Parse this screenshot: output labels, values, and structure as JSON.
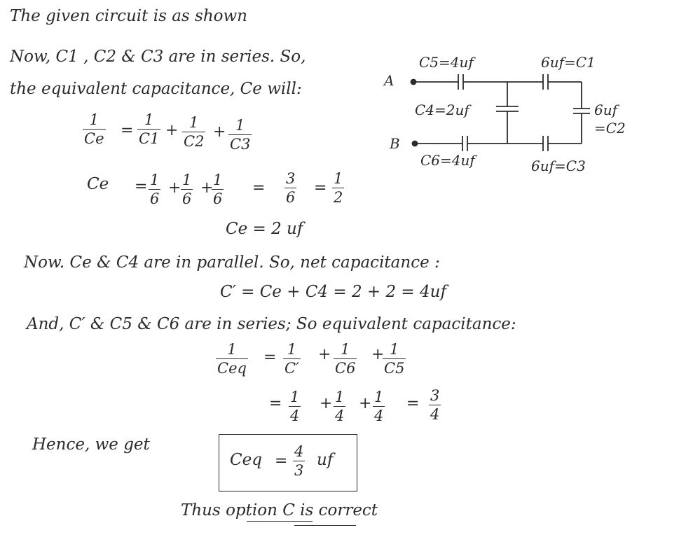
{
  "intro": {
    "line1": "The given circuit is as shown",
    "line2": "Now, C1 , C2 & C3 are in series. So,",
    "line3": "the equivalent capacitance, Ce will:"
  },
  "circuit": {
    "node_a": "A",
    "node_b": "B",
    "c5_label": "C5=4uf",
    "c1_label": "6uf=C1",
    "c4_label": "C4=2uf",
    "c2_label_top": "6uf",
    "c2_label_bottom": "=C2",
    "c6_label": "C6=4uf",
    "c3_label": "6uf=C3"
  },
  "eq1": {
    "lhs_num": "1",
    "lhs_den": "Ce",
    "eq": "=",
    "t1_num": "1",
    "t1_den": "C1",
    "plus1": "+",
    "t2_num": "1",
    "t2_den": "C2",
    "plus2": "+",
    "t3_num": "1",
    "t3_den": "C3"
  },
  "eq2": {
    "lhs": "Ce",
    "eq": "=",
    "t1_num": "1",
    "t1_den": "6",
    "plus1": "+",
    "t2_num": "1",
    "t2_den": "6",
    "plus2": "+",
    "t3_num": "1",
    "t3_den": "6",
    "eq2": "=",
    "r1_num": "3",
    "r1_den": "6",
    "eq3": "=",
    "r2_num": "1",
    "r2_den": "2"
  },
  "eq3": {
    "text": "Ce  = 2 uf"
  },
  "para2": {
    "text": "Now.  Ce  &  C4 are in parallel. So, net capacitance :"
  },
  "eq4": {
    "text": "C′  =  Ce + C4  =  2 + 2  =  4uf"
  },
  "para3": {
    "text": "And,  C′  &  C5 & C6  are in series; So equivalent capacitance:"
  },
  "eq5": {
    "lhs_num": "1",
    "lhs_den": "Ceq",
    "eq": "=",
    "t1_num": "1",
    "t1_den": "C′",
    "plus1": "+",
    "t2_num": "1",
    "t2_den": "C6",
    "plus2": "+",
    "t3_num": "1",
    "t3_den": "C5"
  },
  "eq6": {
    "eq": "=",
    "t1_num": "1",
    "t1_den": "4",
    "plus1": "+",
    "t2_num": "1",
    "t2_den": "4",
    "plus2": "+",
    "t3_num": "1",
    "t3_den": "4",
    "eq2": "=",
    "r_num": "3",
    "r_den": "4"
  },
  "result": {
    "prefix": "Hence, we get",
    "lhs": "Ceq",
    "eq": "=",
    "num": "4",
    "den": "3",
    "unit": "uf"
  },
  "conclusion": {
    "text": "Thus option C is correct"
  }
}
